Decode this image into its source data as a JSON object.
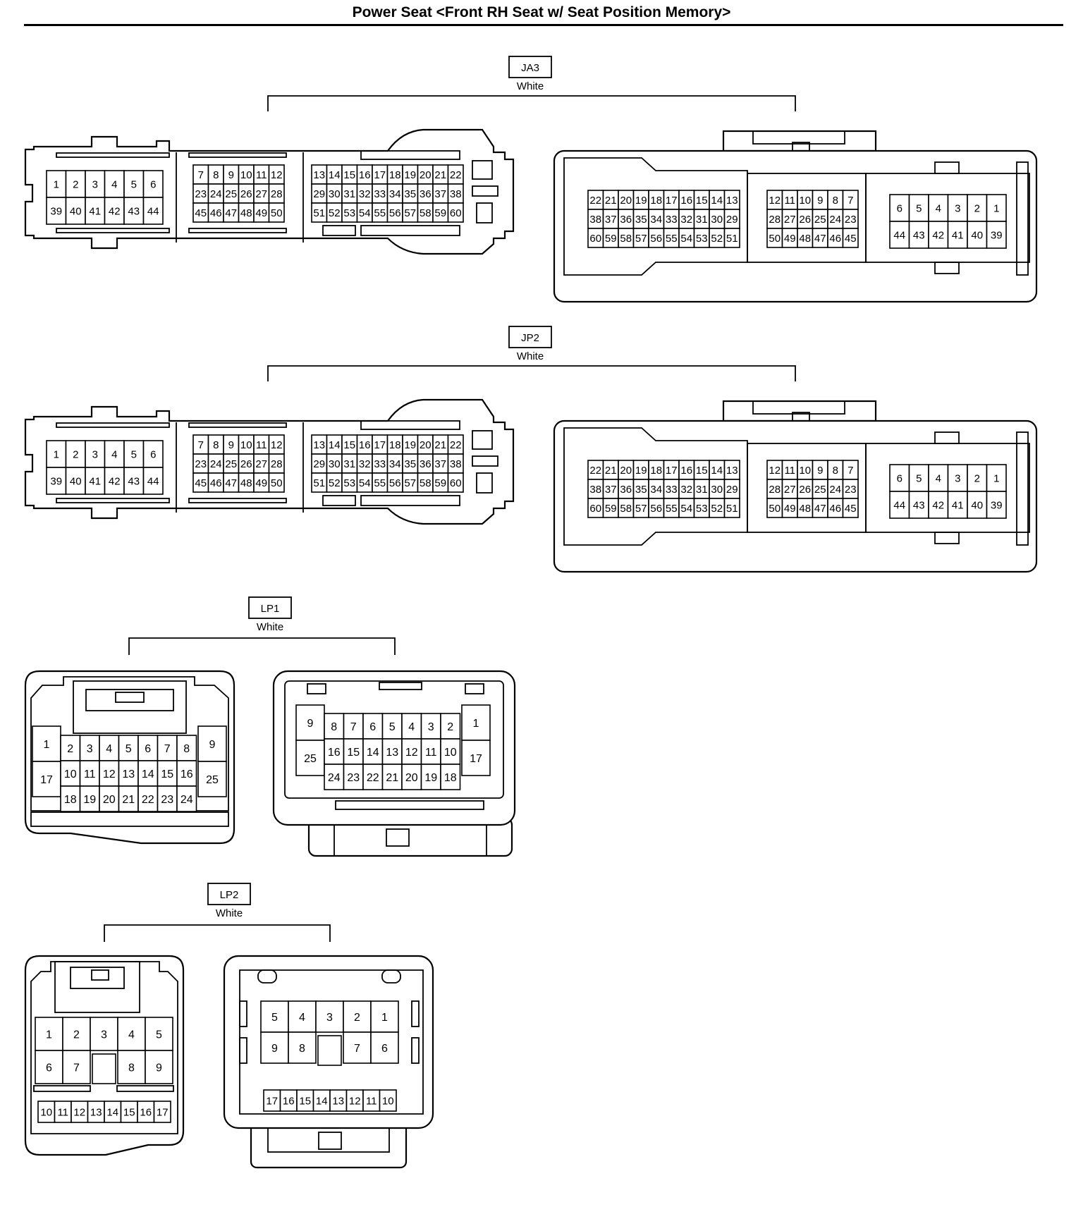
{
  "title": "Power Seat <Front RH Seat w/ Seat Position Memory>",
  "connectors": [
    {
      "id": "JA3",
      "color": "White",
      "left": {
        "blocks": [
          [
            [
              "1",
              "2",
              "3",
              "4",
              "5",
              "6"
            ],
            [
              "39",
              "40",
              "41",
              "42",
              "43",
              "44"
            ]
          ],
          [
            [
              "7",
              "8",
              "9",
              "10",
              "11",
              "12"
            ],
            [
              "23",
              "24",
              "25",
              "26",
              "27",
              "28"
            ],
            [
              "45",
              "46",
              "47",
              "48",
              "49",
              "50"
            ]
          ],
          [
            [
              "13",
              "14",
              "15",
              "16",
              "17",
              "18",
              "19",
              "20",
              "21",
              "22"
            ],
            [
              "29",
              "30",
              "31",
              "32",
              "33",
              "34",
              "35",
              "36",
              "37",
              "38"
            ],
            [
              "51",
              "52",
              "53",
              "54",
              "55",
              "56",
              "57",
              "58",
              "59",
              "60"
            ]
          ]
        ]
      },
      "right": {
        "blocks": [
          [
            [
              "22",
              "21",
              "20",
              "19",
              "18",
              "17",
              "16",
              "15",
              "14",
              "13"
            ],
            [
              "38",
              "37",
              "36",
              "35",
              "34",
              "33",
              "32",
              "31",
              "30",
              "29"
            ],
            [
              "60",
              "59",
              "58",
              "57",
              "56",
              "55",
              "54",
              "53",
              "52",
              "51"
            ]
          ],
          [
            [
              "12",
              "11",
              "10",
              "9",
              "8",
              "7"
            ],
            [
              "28",
              "27",
              "26",
              "25",
              "24",
              "23"
            ],
            [
              "50",
              "49",
              "48",
              "47",
              "46",
              "45"
            ]
          ],
          [
            [
              "6",
              "5",
              "4",
              "3",
              "2",
              "1"
            ],
            [
              "44",
              "43",
              "42",
              "41",
              "40",
              "39"
            ]
          ]
        ]
      }
    },
    {
      "id": "JP2",
      "color": "White",
      "left": {
        "blocks": [
          [
            [
              "1",
              "2",
              "3",
              "4",
              "5",
              "6"
            ],
            [
              "39",
              "40",
              "41",
              "42",
              "43",
              "44"
            ]
          ],
          [
            [
              "7",
              "8",
              "9",
              "10",
              "11",
              "12"
            ],
            [
              "23",
              "24",
              "25",
              "26",
              "27",
              "28"
            ],
            [
              "45",
              "46",
              "47",
              "48",
              "49",
              "50"
            ]
          ],
          [
            [
              "13",
              "14",
              "15",
              "16",
              "17",
              "18",
              "19",
              "20",
              "21",
              "22"
            ],
            [
              "29",
              "30",
              "31",
              "32",
              "33",
              "34",
              "35",
              "36",
              "37",
              "38"
            ],
            [
              "51",
              "52",
              "53",
              "54",
              "55",
              "56",
              "57",
              "58",
              "59",
              "60"
            ]
          ]
        ]
      },
      "right": {
        "blocks": [
          [
            [
              "22",
              "21",
              "20",
              "19",
              "18",
              "17",
              "16",
              "15",
              "14",
              "13"
            ],
            [
              "38",
              "37",
              "36",
              "35",
              "34",
              "33",
              "32",
              "31",
              "30",
              "29"
            ],
            [
              "60",
              "59",
              "58",
              "57",
              "56",
              "55",
              "54",
              "53",
              "52",
              "51"
            ]
          ],
          [
            [
              "12",
              "11",
              "10",
              "9",
              "8",
              "7"
            ],
            [
              "28",
              "27",
              "26",
              "25",
              "24",
              "23"
            ],
            [
              "50",
              "49",
              "48",
              "47",
              "46",
              "45"
            ]
          ],
          [
            [
              "6",
              "5",
              "4",
              "3",
              "2",
              "1"
            ],
            [
              "44",
              "43",
              "42",
              "41",
              "40",
              "39"
            ]
          ]
        ]
      }
    },
    {
      "id": "LP1",
      "color": "White",
      "left": {
        "tall_left": [
          "1",
          "17"
        ],
        "grid": [
          [
            "2",
            "3",
            "4",
            "5",
            "6",
            "7",
            "8"
          ],
          [
            "10",
            "11",
            "12",
            "13",
            "14",
            "15",
            "16"
          ],
          [
            "18",
            "19",
            "20",
            "21",
            "22",
            "23",
            "24"
          ]
        ],
        "tall_right": [
          "9",
          "25"
        ]
      },
      "right": {
        "tall_left": [
          "9",
          "25"
        ],
        "grid": [
          [
            "8",
            "7",
            "6",
            "5",
            "4",
            "3",
            "2"
          ],
          [
            "16",
            "15",
            "14",
            "13",
            "12",
            "11",
            "10"
          ],
          [
            "24",
            "23",
            "22",
            "21",
            "20",
            "19",
            "18"
          ]
        ],
        "tall_right": [
          "1",
          "17"
        ]
      }
    },
    {
      "id": "LP2",
      "color": "White",
      "left": {
        "rows": [
          [
            "1",
            "2",
            "3",
            "4",
            "5"
          ],
          [
            "6",
            "7",
            "",
            "8",
            "9"
          ]
        ],
        "small": [
          "10",
          "11",
          "12",
          "13",
          "14",
          "15",
          "16",
          "17"
        ]
      },
      "right": {
        "rows": [
          [
            "5",
            "4",
            "3",
            "2",
            "1"
          ],
          [
            "9",
            "8",
            "",
            "7",
            "6"
          ]
        ],
        "small": [
          "17",
          "16",
          "15",
          "14",
          "13",
          "12",
          "11",
          "10"
        ]
      }
    }
  ]
}
